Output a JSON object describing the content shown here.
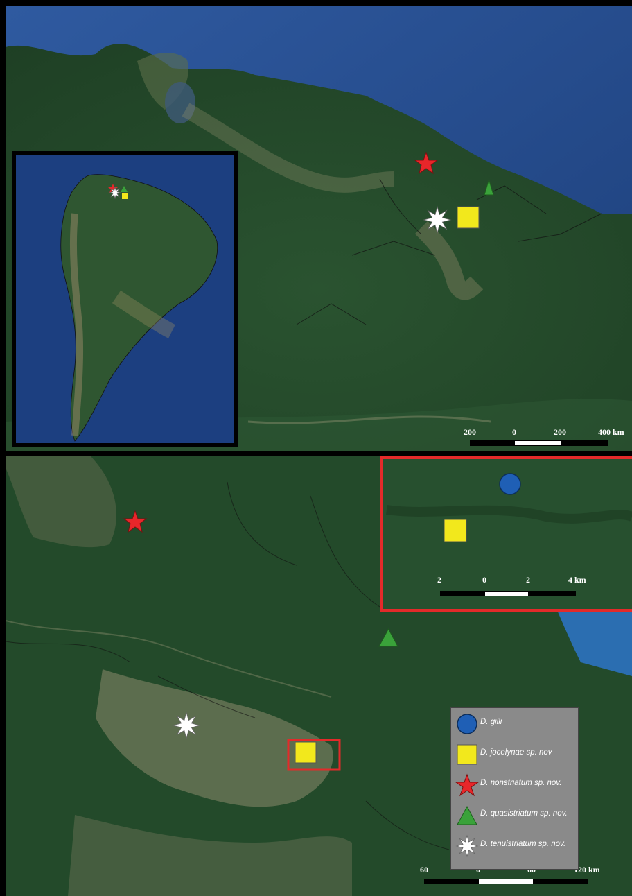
{
  "top_map": {
    "scale": {
      "labels": [
        "200",
        "0",
        "200",
        "400 km"
      ]
    }
  },
  "inset_map": {
    "scale": {
      "labels": [
        "2",
        "0",
        "2",
        "4 km"
      ]
    }
  },
  "bottom_map": {
    "scale": {
      "labels": [
        "60",
        "0",
        "60",
        "120 km"
      ]
    }
  },
  "legend": {
    "items": [
      {
        "symbol": "blue-circle",
        "label": "D. gilli",
        "color": "#1f5fb5"
      },
      {
        "symbol": "yellow-square",
        "label": "D. jocelynae sp. nov",
        "color": "#f2e81c"
      },
      {
        "symbol": "red-star",
        "label": "D. nonstriatum sp. nov.",
        "color": "#e8262a"
      },
      {
        "symbol": "green-triangle",
        "label": "D. quasistriatum sp. nov.",
        "color": "#3aa23a"
      },
      {
        "symbol": "white-burst",
        "label": "D. tenuistriatum sp. nov.",
        "color": "#ffffff"
      }
    ]
  },
  "colors": {
    "ocean": "#2a4f8a",
    "forest": "#24482a",
    "inset_border": "#e32a2a"
  }
}
